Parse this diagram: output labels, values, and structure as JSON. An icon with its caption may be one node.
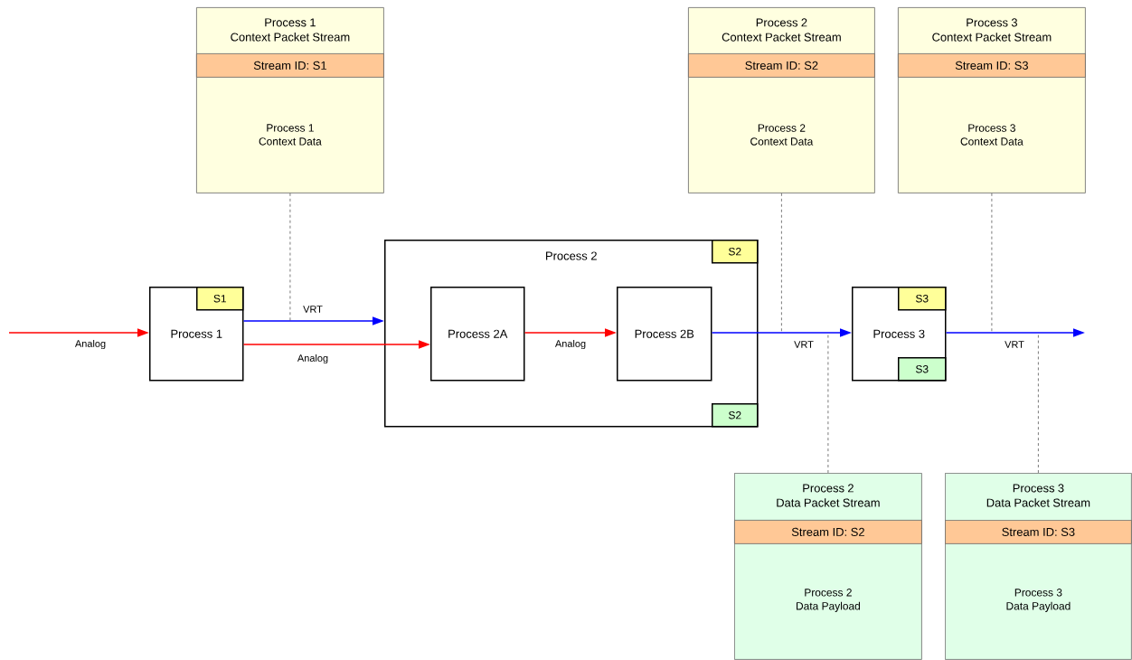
{
  "diagram": {
    "nodes": [
      {
        "text": [
          "Process 1"
        ]
      },
      {
        "text": [
          "S1"
        ],
        "in": 0
      },
      {
        "text": [
          "Process 2"
        ]
      },
      {
        "text": [
          "S2"
        ],
        "in": 2
      },
      {
        "text": [
          "S2"
        ],
        "in": 2
      },
      {
        "text": [
          "Process 2A"
        ],
        "in": 2
      },
      {
        "text": [
          "Process 2B"
        ],
        "in": 2
      },
      {
        "text": [
          "Process 3"
        ]
      },
      {
        "text": [
          "S3"
        ],
        "in": 7
      },
      {
        "text": [
          "S3"
        ],
        "in": 7
      },
      {
        "text": [
          "Process 1 Context Packet Stream",
          "Process 1 Context Data"
        ]
      },
      {
        "text": [
          "Stream ID: S1"
        ],
        "in": 10
      },
      {
        "text": [
          "Process 2 Context Packet Stream",
          "Process 2 Context Data"
        ]
      },
      {
        "text": [
          "Stream ID: S2"
        ],
        "in": 12
      },
      {
        "text": [
          "Process 3 Context Packet Stream",
          "Process 3 Context Data"
        ]
      },
      {
        "text": [
          "Stream ID: S3"
        ],
        "in": 14
      },
      {
        "text": [
          "Process 2 Data Packet Stream",
          "Process 2 Data Payload"
        ]
      },
      {
        "text": [
          "Stream ID: S2"
        ],
        "in": 16
      },
      {
        "text": [
          "Process 3 Data Packet Stream",
          "Process 3 Data Payload"
        ]
      },
      {
        "text": [
          "Stream ID: S3"
        ],
        "in": 18
      }
    ],
    "edges": [
      {
        "from": null,
        "to": 0,
        "arrow": "to",
        "label": "Analog",
        "color": "#ff0000"
      },
      {
        "from": 0,
        "to": 2,
        "arrow": "to",
        "label": "VRT",
        "color": "#0000ff"
      },
      {
        "from": 0,
        "to": 5,
        "arrow": "to",
        "label": "Analog",
        "color": "#ff0000"
      },
      {
        "from": 5,
        "to": 6,
        "arrow": "to",
        "label": "Analog",
        "color": "#ff0000"
      },
      {
        "from": 6,
        "to": 7,
        "arrow": "to",
        "label": "VRT",
        "color": "#0000ff"
      },
      {
        "from": 7,
        "to": null,
        "arrow": "to",
        "label": "VRT",
        "color": "#0000ff"
      },
      {
        "from": 10,
        "to": null,
        "arrow": "none",
        "style": "dashed",
        "color": "#404040"
      },
      {
        "from": 12,
        "to": null,
        "arrow": "none",
        "style": "dashed",
        "color": "#404040"
      },
      {
        "from": 14,
        "to": null,
        "arrow": "none",
        "style": "dashed",
        "color": "#404040"
      },
      {
        "from": 16,
        "to": null,
        "arrow": "none",
        "style": "dashed",
        "color": "#404040"
      },
      {
        "from": 18,
        "to": null,
        "arrow": "none",
        "style": "dashed",
        "color": "#404040"
      }
    ]
  }
}
